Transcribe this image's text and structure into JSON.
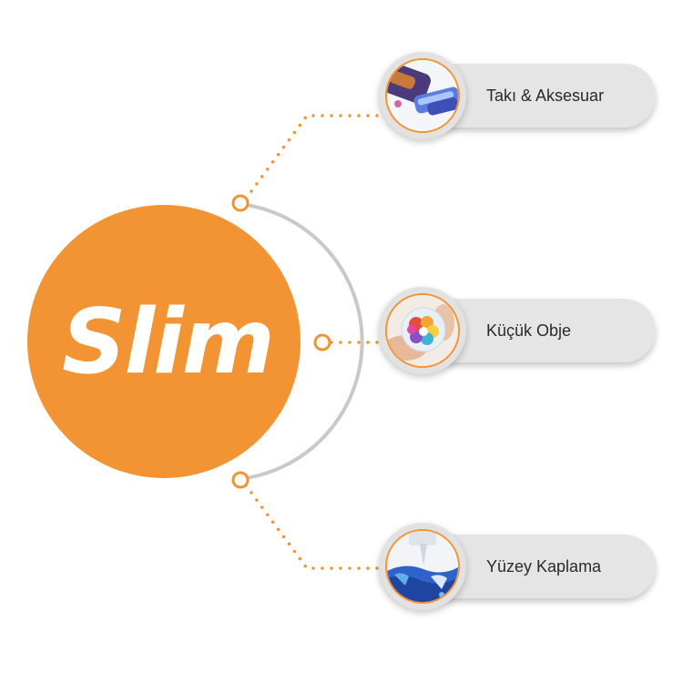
{
  "center": {
    "title": "Slim"
  },
  "colors": {
    "accent": "#F29433",
    "arc": "#c9c9c9",
    "pill": "#e5e5e5",
    "text": "#2a2a2a"
  },
  "items": [
    {
      "label": "Takı & Aksesuar",
      "image": "jewelry-resin-image"
    },
    {
      "label": "Küçük Obje",
      "image": "resin-sphere-image"
    },
    {
      "label": "Yüzey Kaplama",
      "image": "surface-coating-image"
    }
  ]
}
